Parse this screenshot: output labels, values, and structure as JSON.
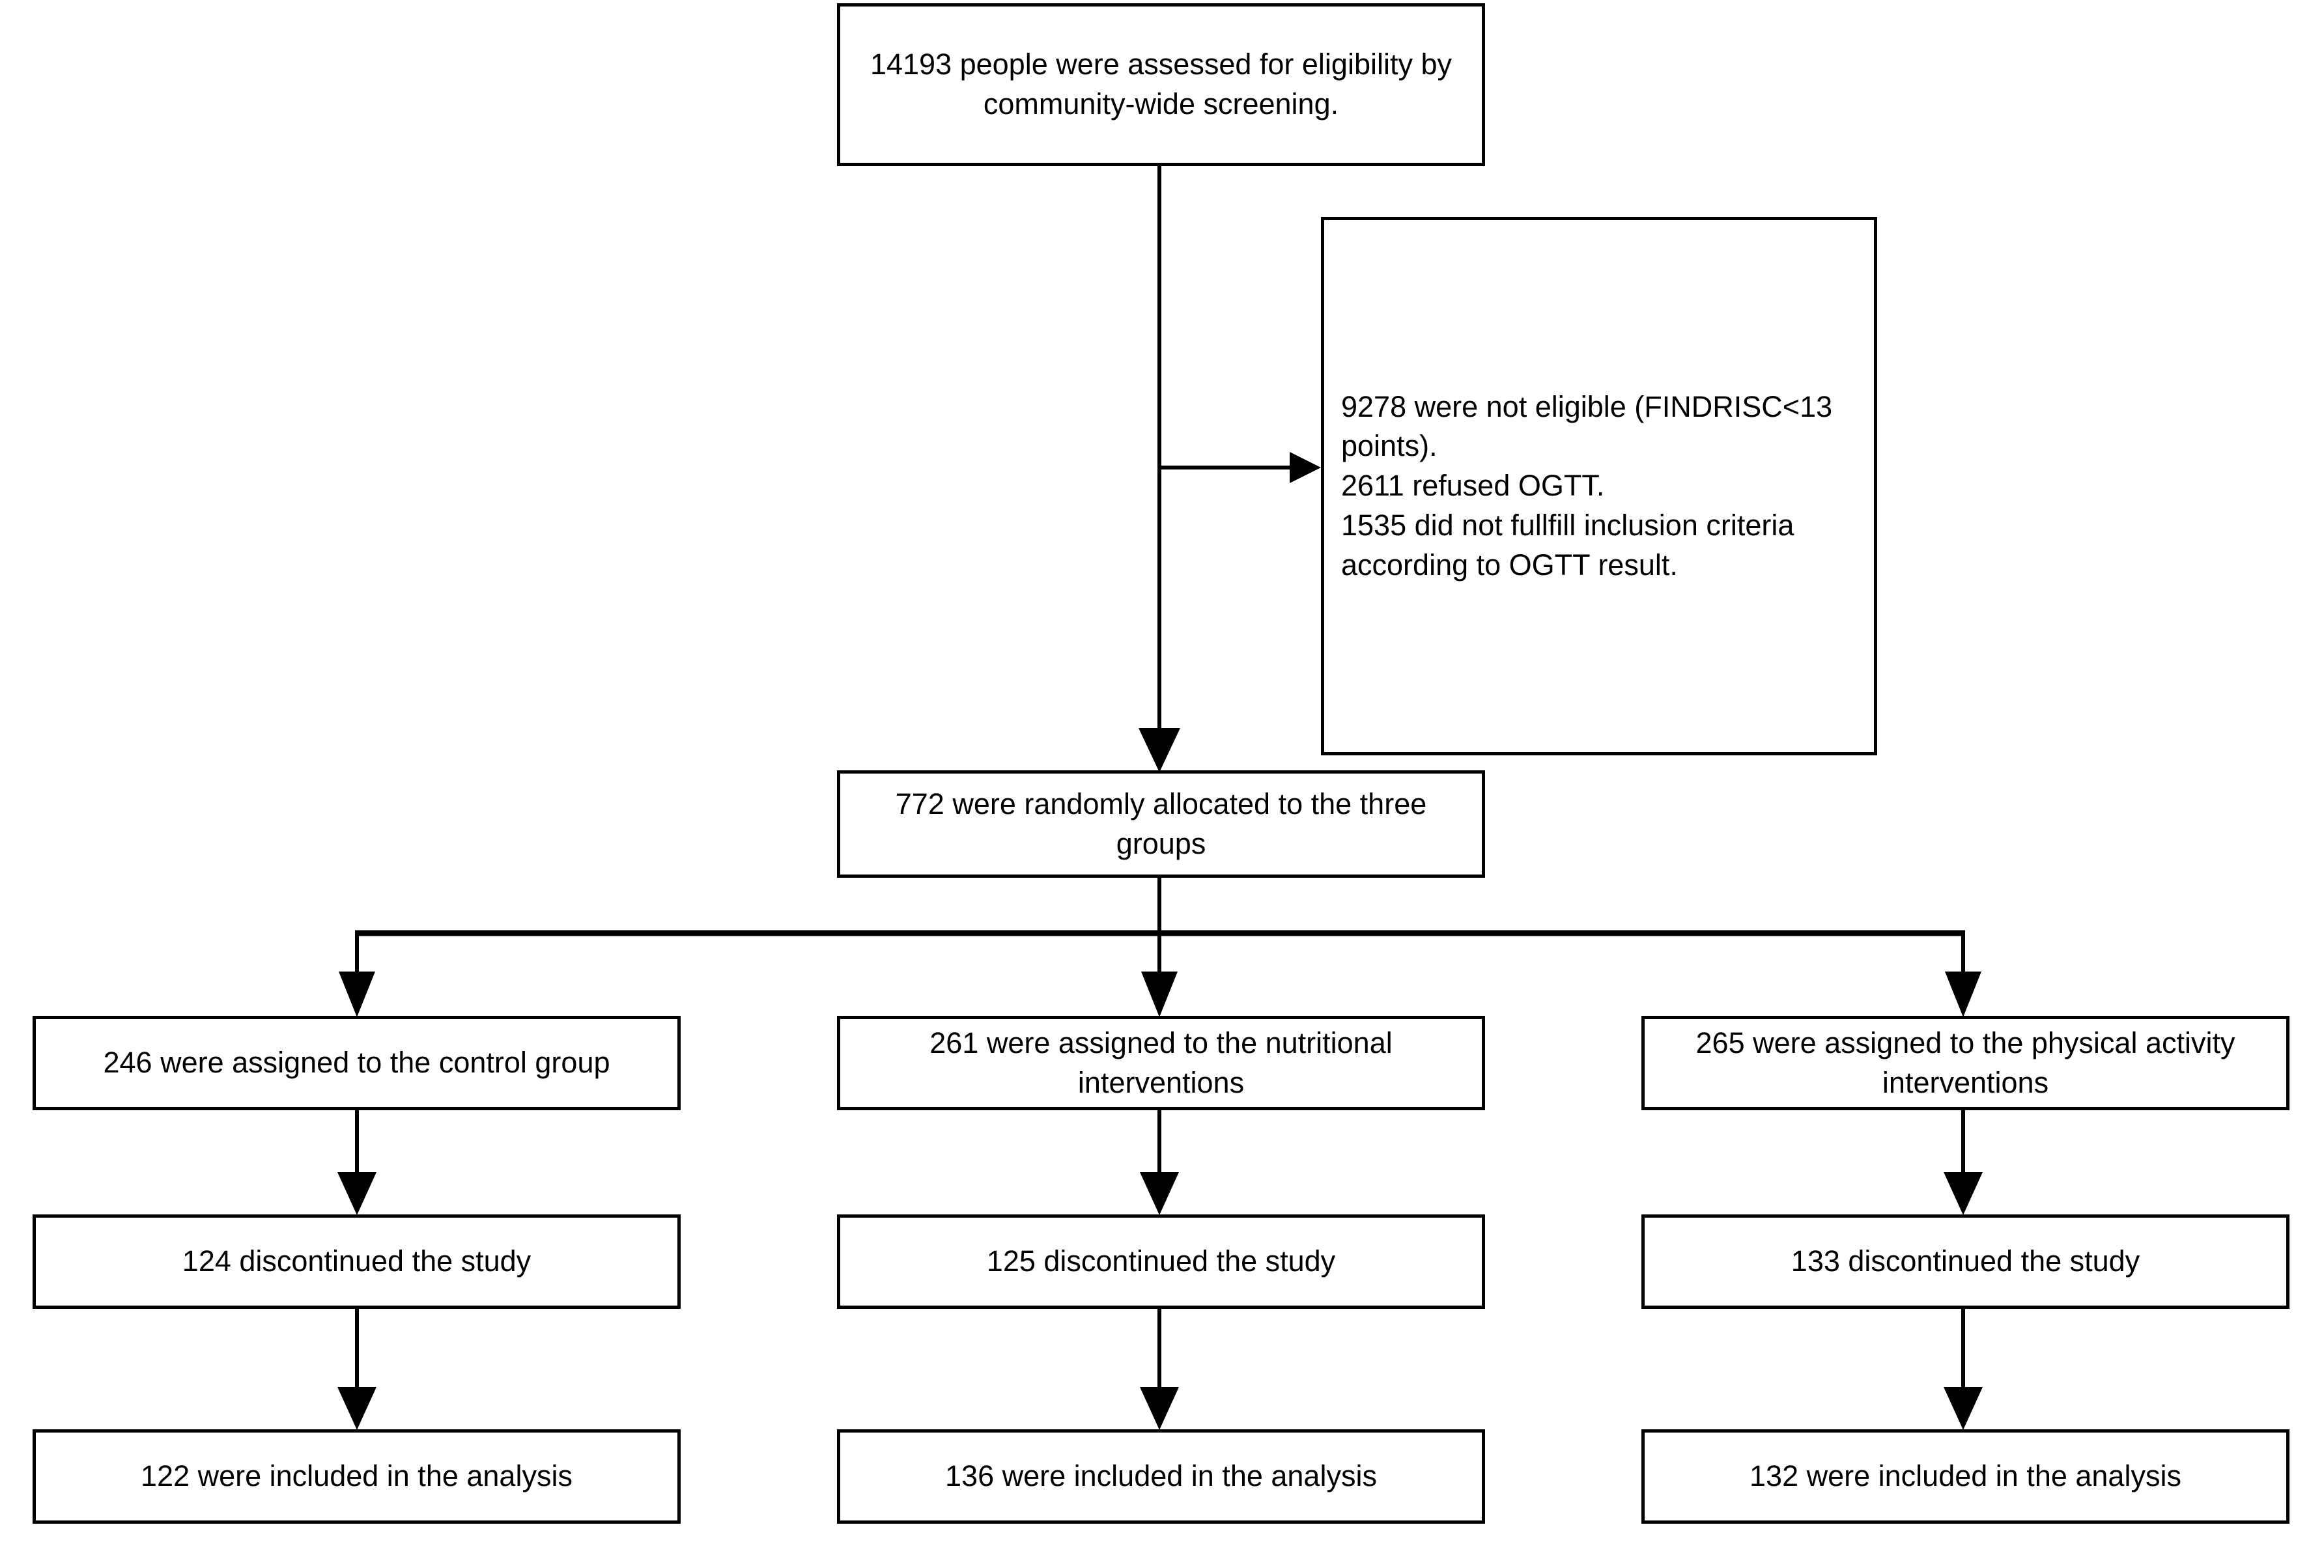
{
  "diagram": {
    "type": "consort-flow-diagram",
    "nodes": {
      "screened": "14193 people were assessed for eligibility by community-wide screening.",
      "excluded": "9278 were not eligible (FINDRISC<13 points).\n2611 refused OGTT.\n1535 did not fullfill inclusion criteria according to OGTT result.",
      "randomized": "772 were randomly allocated to the three groups",
      "alloc_control": "246 were assigned to the control group",
      "alloc_nutritional": "261 were assigned to the nutritional interventions",
      "alloc_physical": "265 were assigned to the physical activity interventions",
      "disc_control": "124 discontinued the study",
      "disc_nutritional": "125 discontinued the study",
      "disc_physical": "133 discontinued the study",
      "anal_control": "122 were included in the analysis",
      "anal_nutritional": "136 were included in the analysis",
      "anal_physical": "132 were included in the analysis"
    },
    "counts": {
      "assessed": 14193,
      "not_eligible": 9278,
      "refused_ogtt": 2611,
      "failed_inclusion": 1535,
      "randomized": 772,
      "assigned_control": 246,
      "assigned_nutritional": 261,
      "assigned_physical": 265,
      "discontinued_control": 124,
      "discontinued_nutritional": 125,
      "discontinued_physical": 133,
      "analyzed_control": 122,
      "analyzed_nutritional": 136,
      "analyzed_physical": 132
    },
    "colors": {
      "stroke": "#000000",
      "fill": "#ffffff",
      "text": "#000000"
    }
  }
}
